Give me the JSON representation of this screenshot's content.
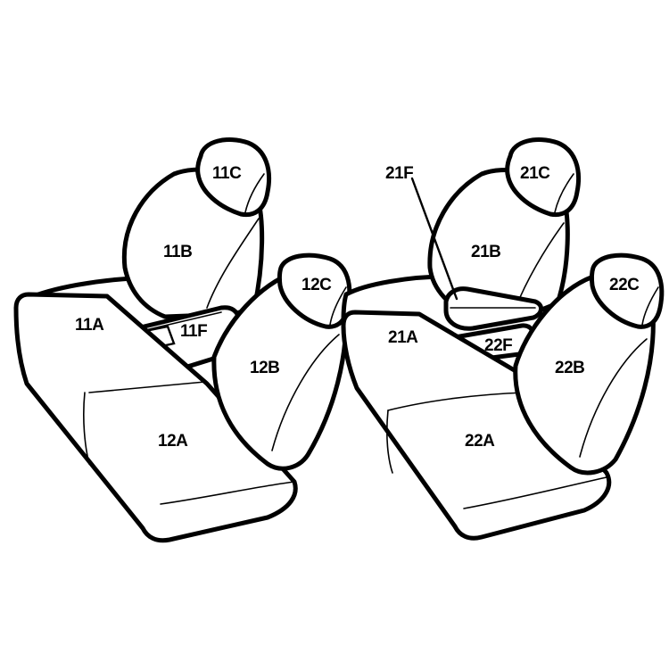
{
  "labels": {
    "s11a": "11A",
    "s11b": "11B",
    "s11c": "11C",
    "s11f": "11F",
    "s12a": "12A",
    "s12b": "12B",
    "s12c": "12C",
    "s21a": "21A",
    "s21b": "21B",
    "s21c": "21C",
    "s21f": "21F",
    "s22a": "22A",
    "s22b": "22B",
    "s22c": "22C",
    "s22f": "22F"
  },
  "colors": {
    "stroke": "#000000",
    "fill": "#ffffff"
  }
}
